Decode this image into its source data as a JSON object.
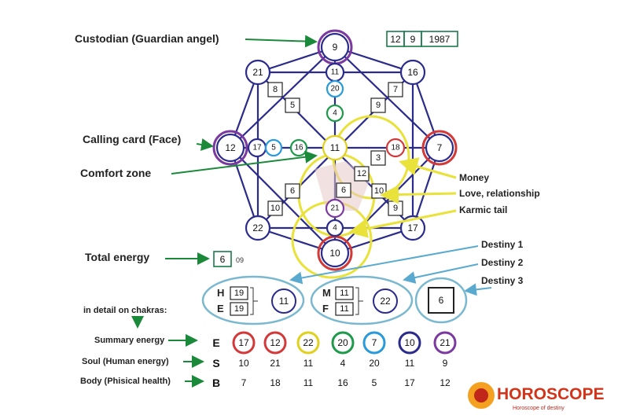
{
  "colors": {
    "octagon_line": "#2b2b8c",
    "arrow_green": "#1a8a3a",
    "arrow_blue": "#5aaad0",
    "highlight_yellow": "#e8e23a",
    "circle_purple": "#7a3aa0",
    "circle_red": "#d23a3a",
    "circle_yellow": "#e0d020",
    "circle_green": "#1f9a4a",
    "circle_cyan": "#2a9ad8",
    "circle_blue": "#2b2b8c",
    "circle_dark": "#222222",
    "box_green": "#1a7a4a"
  },
  "labels": {
    "custodian": "Custodian (Guardian angel)",
    "calling_card": "Calling card (Face)",
    "comfort_zone": "Comfort zone",
    "total_energy": "Total energy",
    "money": "Money",
    "love": "Love, relationship",
    "karmic": "Karmic tail",
    "destiny1": "Destiny 1",
    "destiny2": "Destiny 2",
    "destiny3": "Destiny 3",
    "chakras": "in detail on chakras:",
    "summary": "Summary energy",
    "soul": "Soul (Human energy)",
    "body": "Body (Phisical health)"
  },
  "date": {
    "day": "12",
    "month": "9",
    "year": "1987"
  },
  "total_energy": {
    "value": "6",
    "sub": "09"
  },
  "chart": {
    "top": "9",
    "left": "12",
    "right": "7",
    "bottom": "10",
    "top_left": "21",
    "top_right": "16",
    "bottom_left": "22",
    "bottom_right": "17",
    "center": "11",
    "v_top_1": "11",
    "v_top_2": "20",
    "v_top_3": "4",
    "v_bottom_1": "21",
    "v_bottom_2": "4",
    "h_left_1": "17",
    "h_left_2": "5",
    "h_left_3": "16",
    "h_right_1": "18",
    "box_tl_outer": "8",
    "box_tl_inner": "5",
    "box_tr_outer": "7",
    "box_tr_inner": "9",
    "box_bl_outer": "10",
    "box_bl_inner": "6",
    "box_br_outer": "9",
    "box_money": "3",
    "box_12": "12",
    "box_6": "6",
    "box_10": "10"
  },
  "destiny": {
    "d1": {
      "top_letter": "H",
      "bottom_letter": "E",
      "top_value": "19",
      "bottom_value": "19",
      "result": "11"
    },
    "d2": {
      "top_letter": "M",
      "bottom_letter": "F",
      "top_value": "11",
      "bottom_value": "11",
      "result": "22"
    },
    "d3": {
      "result": "6"
    }
  },
  "rows": {
    "letters": [
      "E",
      "S",
      "B"
    ],
    "summary": [
      "17",
      "12",
      "22",
      "20",
      "7",
      "10",
      "21"
    ],
    "soul": [
      "10",
      "21",
      "11",
      "4",
      "20",
      "11",
      "9"
    ],
    "body": [
      "7",
      "18",
      "11",
      "16",
      "5",
      "17",
      "12"
    ]
  },
  "logo": {
    "title": "HOROSCOPE",
    "subtitle": "Horoscope of destiny"
  }
}
